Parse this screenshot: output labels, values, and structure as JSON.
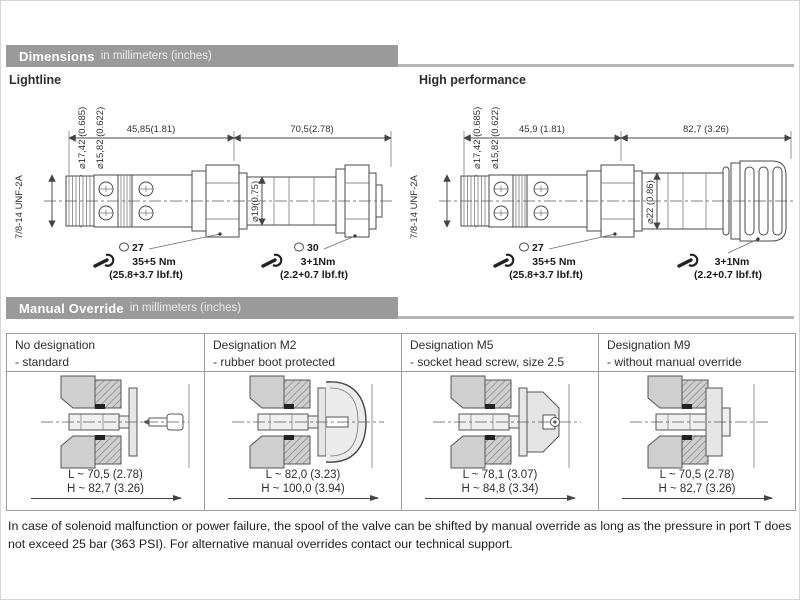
{
  "sections": {
    "dimensions": {
      "title": "Dimensions",
      "subtitle": "in millimeters (inches)"
    },
    "manual_override": {
      "title": "Manual Override",
      "subtitle": "in millimeters (inches)"
    }
  },
  "drawings": {
    "lightline": {
      "label": "Lightline",
      "thread": "7/8-14 UNF-2A",
      "dia_outer": "⌀17,42 (0.685)",
      "dia_inner": "⌀15,82 (0.622)",
      "len_body": "45,85(1.81)",
      "len_coil": "70,5(2.78)",
      "dia_coil": "⌀19(0.75)",
      "hex_body": "27",
      "hex_nut": "30",
      "torque_body": "35+5 Nm",
      "torque_body_imp": "(25.8+3.7 lbf.ft)",
      "torque_nut": "3+1Nm",
      "torque_nut_imp": "(2.2+0.7 lbf.ft)"
    },
    "high_performance": {
      "label": "High performance",
      "thread": "7/8-14 UNF-2A",
      "dia_outer": "⌀17,42 (0.685)",
      "dia_inner": "⌀15,82 (0.622)",
      "len_body": "45,9 (1.81)",
      "len_coil": "82,7 (3.26)",
      "dia_coil": "⌀22 (0.86)",
      "hex_body": "27",
      "torque_body": "35+5 Nm",
      "torque_body_imp": "(25.8+3.7 lbf.ft)",
      "torque_nut": "3+1Nm",
      "torque_nut_imp": "(2.2+0.7 lbf.ft)"
    }
  },
  "override_table": {
    "columns": [
      {
        "title": "No designation",
        "subtitle": "- standard",
        "dim_l": "L ~ 70,5 (2.78)",
        "dim_h": "H ~ 82,7 (3.26)"
      },
      {
        "title": "Designation M2",
        "subtitle": "- rubber boot protected",
        "dim_l": "L ~ 82,0 (3.23)",
        "dim_h": "H ~ 100,0 (3.94)"
      },
      {
        "title": "Designation M5",
        "subtitle": "- socket head screw, size 2.5",
        "dim_l": "L ~ 78,1 (3.07)",
        "dim_h": "H ~ 84,8 (3.34)"
      },
      {
        "title": "Designation M9",
        "subtitle": "- without manual override",
        "dim_l": "L ~ 70,5 (2.78)",
        "dim_h": "H ~ 82,7 (3.26)"
      }
    ]
  },
  "page": {
    "footer_text": "In case of solenoid malfunction or power failure, the spool of the valve can be shifted by manual override as long as the pressure in port T does not exceed 25 bar (363 PSI). For alternative manual overrides contact our technical support."
  }
}
